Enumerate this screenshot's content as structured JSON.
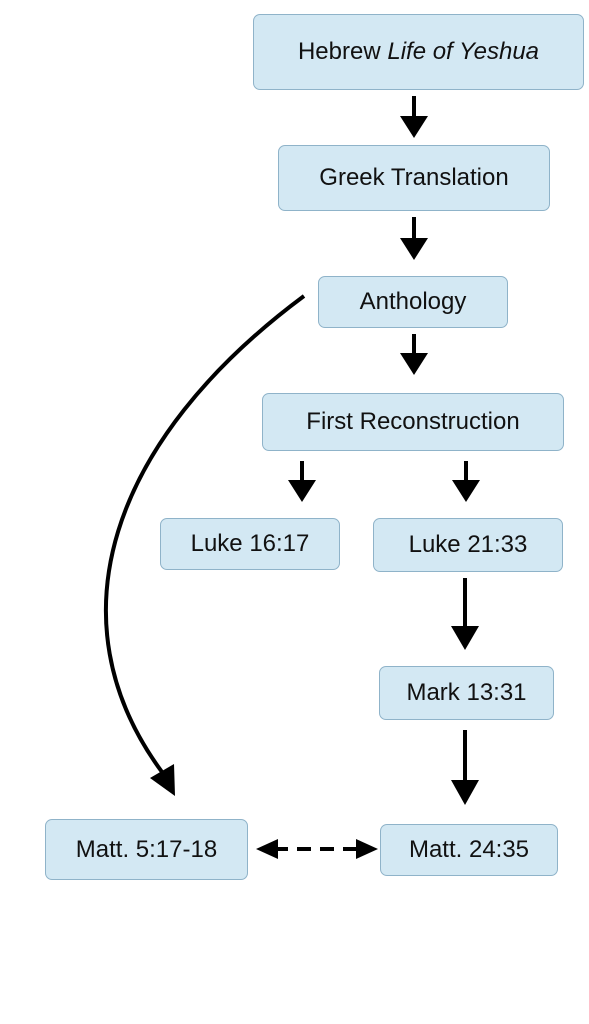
{
  "colors": {
    "box_fill": "#d3e8f3",
    "box_border": "#8fb3c9",
    "arrow": "#000000",
    "background": "#ffffff"
  },
  "nodes": {
    "hebrew": {
      "prefix": "Hebrew ",
      "italic": "Life of Yeshua"
    },
    "greek": "Greek Translation",
    "anthology": "Anthology",
    "first_reconstruction": "First Reconstruction",
    "luke_16_17": "Luke 16:17",
    "luke_21_33": "Luke 21:33",
    "mark_13_31": "Mark 13:31",
    "matt_5_17_18": "Matt. 5:17-18",
    "matt_24_35": "Matt. 24:35"
  },
  "edges": [
    {
      "from": "Hebrew Life of Yeshua",
      "to": "Greek Translation",
      "style": "solid"
    },
    {
      "from": "Greek Translation",
      "to": "Anthology",
      "style": "solid"
    },
    {
      "from": "Anthology",
      "to": "First Reconstruction",
      "style": "solid"
    },
    {
      "from": "First Reconstruction",
      "to": "Luke 16:17",
      "style": "solid"
    },
    {
      "from": "First Reconstruction",
      "to": "Luke 21:33",
      "style": "solid"
    },
    {
      "from": "Luke 21:33",
      "to": "Mark 13:31",
      "style": "solid"
    },
    {
      "from": "Mark 13:31",
      "to": "Matt. 24:35",
      "style": "solid"
    },
    {
      "from": "Anthology",
      "to": "Matt. 5:17-18",
      "style": "solid-curved"
    },
    {
      "from": "Matt. 5:17-18",
      "to": "Matt. 24:35",
      "style": "dashed-bidirectional"
    }
  ]
}
